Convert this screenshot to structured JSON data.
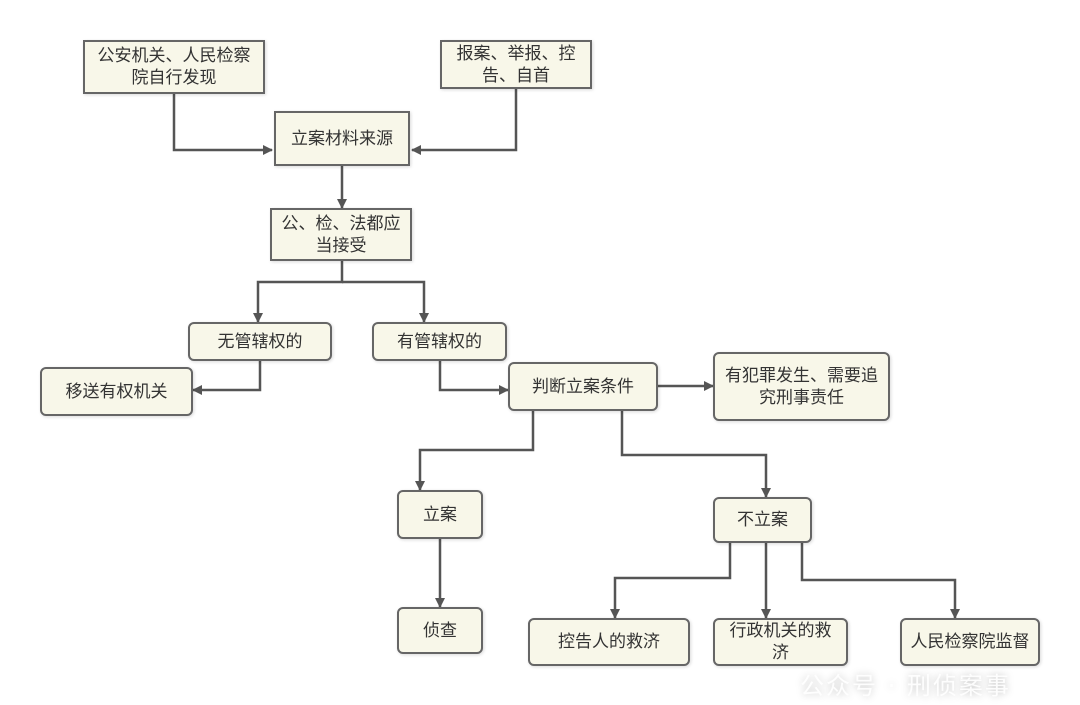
{
  "nodes": {
    "self_discovery": "公安机关、人民检察院自行发现",
    "report": "报案、举报、控告、自首",
    "sources": "立案材料来源",
    "accept": "公、检、法都应当接受",
    "no_jurisdiction": "无管辖权的",
    "has_jurisdiction": "有管辖权的",
    "transfer": "移送有权机关",
    "judge": "判断立案条件",
    "crime_condition": "有犯罪发生、需要追究刑事责任",
    "file_case": "立案",
    "not_file": "不立案",
    "investigate": "侦查",
    "complainant_remedy": "控告人的救济",
    "admin_remedy": "行政机关的救济",
    "procuratorate_supervision": "人民检察院监督"
  },
  "watermark": "公众号 · 刑侦案事"
}
